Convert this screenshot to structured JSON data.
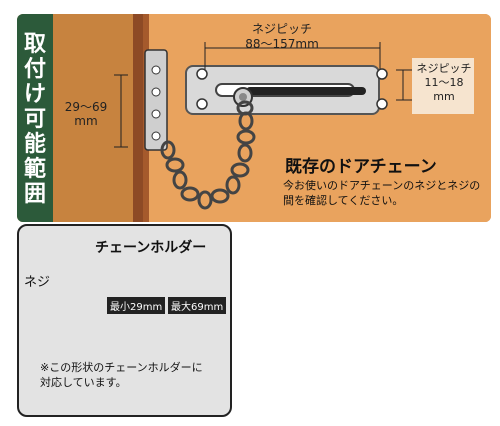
{
  "side_title": [
    "取",
    "付",
    "け",
    "可",
    "能",
    "範",
    "囲"
  ],
  "frame_range": {
    "line1": "29～69",
    "line2": "mm"
  },
  "screw_pitch_top": {
    "label": "ネジピッチ",
    "value": "88～157mm"
  },
  "screw_pitch_right": {
    "label": "ネジピッチ",
    "value": "11～18",
    "unit": "mm"
  },
  "existing_chain": {
    "title": "既存のドアチェーン",
    "desc_line1": "今お使いのドアチェーンのネジとネジの",
    "desc_line2": "間を確認してください。"
  },
  "inset": {
    "title": "チェーンホルダー",
    "screw_label": "ネジ",
    "min_label": "最小29mm",
    "max_label": "最大69mm",
    "note_line1": "※この形状のチェーンホルダーに",
    "note_line2": "対応しています。"
  }
}
